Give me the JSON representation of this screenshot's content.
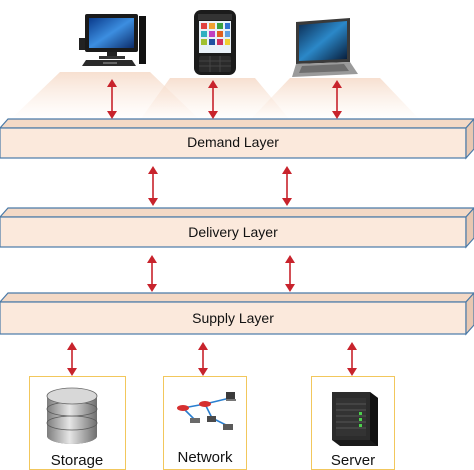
{
  "layers": [
    {
      "id": "demand",
      "label": "Demand Layer"
    },
    {
      "id": "delivery",
      "label": "Delivery Layer"
    },
    {
      "id": "supply",
      "label": "Supply Layer"
    }
  ],
  "devices": [
    {
      "id": "desktop",
      "icon": "desktop-computer-icon"
    },
    {
      "id": "mobile",
      "icon": "mobile-phone-icon"
    },
    {
      "id": "laptop",
      "icon": "laptop-icon"
    }
  ],
  "resources": [
    {
      "id": "storage",
      "label": "Storage",
      "icon": "storage-database-icon"
    },
    {
      "id": "network",
      "label": "Network",
      "icon": "network-icon"
    },
    {
      "id": "server",
      "label": "Server",
      "icon": "server-icon"
    }
  ],
  "colors": {
    "layer_fill": "#fbe9dc",
    "layer_stroke": "#4a7aa8",
    "arrow": "#c8232c",
    "resource_border": "#f2c75c"
  }
}
